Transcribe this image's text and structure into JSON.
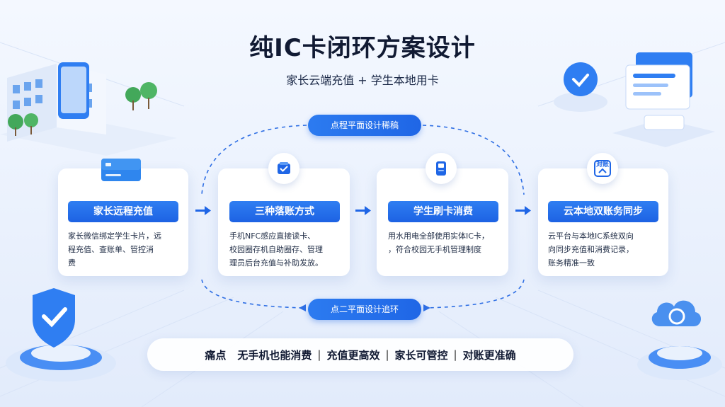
{
  "title": "纯IC卡闭环方案设计",
  "subtitle": "家长云端充值 + 学生本地用卡",
  "loop": {
    "top_label": "点程平面设计稀稿",
    "bottom_label": "点二平面设计追环"
  },
  "cards": [
    {
      "title": "家长远程充值",
      "desc_lines": [
        "家长微信绑定学生卡片，远",
        "程充值、查账单、管控消",
        "费"
      ],
      "icon": "bank-card-icon"
    },
    {
      "title": "三种落账方式",
      "desc_lines": [
        "手机NFC感应直接读卡、",
        "校园圈存机自助圈存、管理",
        "理员后台充值与补助发放。"
      ],
      "icon": "wallet-check-icon"
    },
    {
      "title": "学生刷卡消费",
      "desc_lines": [
        "用水用电全部使用实体IC卡，",
        "，符合校园无手机管理制度"
      ],
      "icon": "card-reader-icon"
    },
    {
      "title": "云本地双账务同步",
      "desc_lines": [
        "云平台与本地IC系统双向",
        "向同步充值和消费记录，",
        "账务精准一致"
      ],
      "icon": "reconcile-icon",
      "icon_text": "对账"
    }
  ],
  "pain_points": {
    "label": "痛点",
    "items": [
      "无手机也能消费",
      "充值更高效",
      "家长可管控",
      "对账更准确"
    ],
    "separator": "|"
  },
  "colors": {
    "accent": "#1f66e6",
    "accent_light": "#2f7ef2",
    "background": "#eef3fc"
  }
}
